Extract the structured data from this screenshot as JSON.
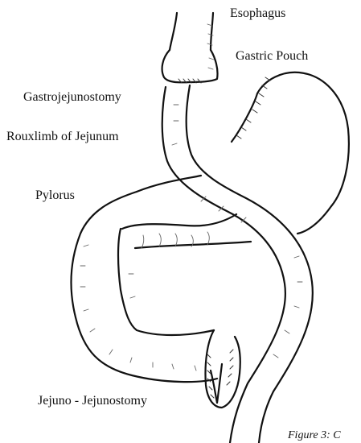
{
  "labels": {
    "esophagus": "Esophagus",
    "gastric_pouch": "Gastric Pouch",
    "gastrojejunostomy": "Gastrojejunostomy",
    "rouxlimb": "Rouxlimb of Jejunum",
    "pylorus": "Pylorus",
    "jejuno_jejunostomy": "Jejuno - Jejunostomy"
  },
  "caption": "Figure 3: C"
}
